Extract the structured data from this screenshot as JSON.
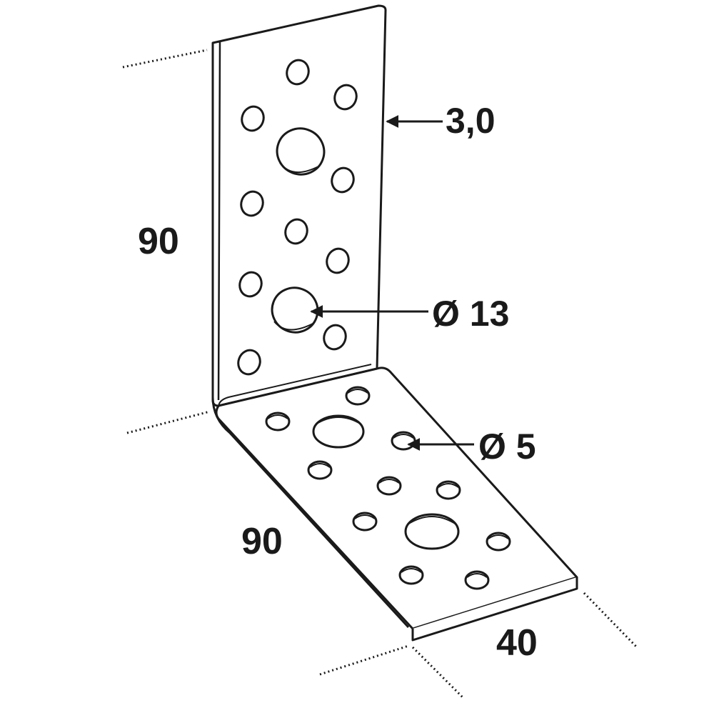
{
  "dimensions": {
    "height": "90",
    "length": "90",
    "width": "40",
    "thickness": "3,0",
    "large_hole": "Ø 13",
    "small_hole": "Ø 5"
  },
  "colors": {
    "outline": "#1a1a1a",
    "plate_fill": "#ffffff",
    "hole_fill": "#ffffff"
  }
}
